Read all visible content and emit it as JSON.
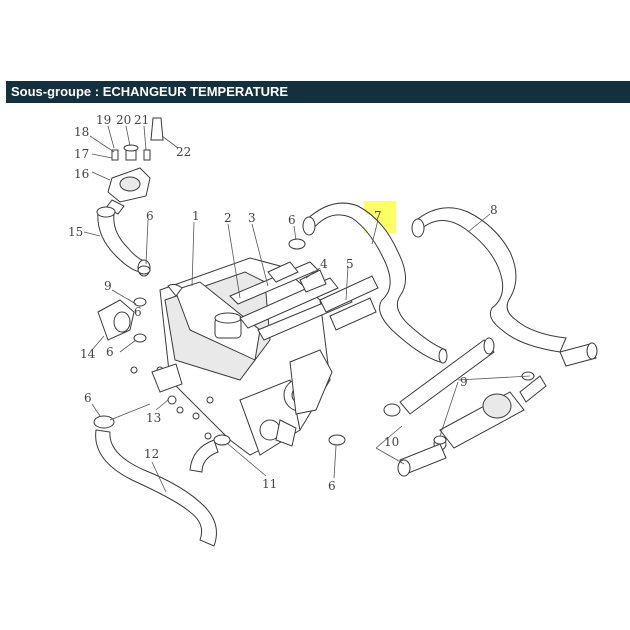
{
  "header": {
    "title": "Sous-groupe : ECHANGEUR TEMPERATURE"
  },
  "highlight_color": "#ffff66",
  "header_color": "#14303e",
  "callouts": [
    {
      "label": "1"
    },
    {
      "label": "2"
    },
    {
      "label": "3"
    },
    {
      "label": "4"
    },
    {
      "label": "5"
    },
    {
      "label": "6"
    },
    {
      "label": "6"
    },
    {
      "label": "6"
    },
    {
      "label": "6"
    },
    {
      "label": "6"
    },
    {
      "label": "6"
    },
    {
      "label": "7"
    },
    {
      "label": "8"
    },
    {
      "label": "9"
    },
    {
      "label": "9"
    },
    {
      "label": "10"
    },
    {
      "label": "11"
    },
    {
      "label": "12"
    },
    {
      "label": "13"
    },
    {
      "label": "14"
    },
    {
      "label": "15"
    },
    {
      "label": "16"
    },
    {
      "label": "17"
    },
    {
      "label": "18"
    },
    {
      "label": "19"
    },
    {
      "label": "20"
    },
    {
      "label": "21"
    },
    {
      "label": "22"
    }
  ]
}
